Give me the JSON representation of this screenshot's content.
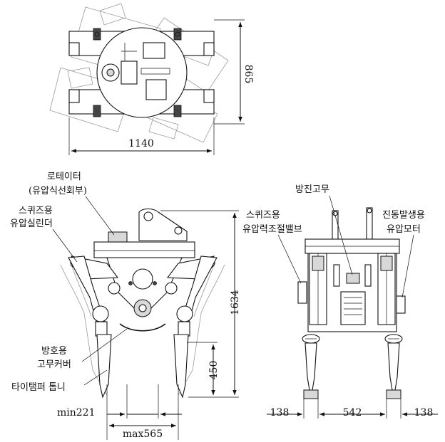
{
  "top_view": {
    "dim_width": "1140",
    "dim_depth": "865"
  },
  "front_view": {
    "rotator_label_line1": "로테이터",
    "rotator_label_line2": "(유압식선회부)",
    "squeeze_cyl_label_line1": "스퀴즈용",
    "squeeze_cyl_label_line2": "유압실린더",
    "rubber_cover_label_line1": "방호용",
    "rubber_cover_label_line2": "고무커버",
    "tine_label": "타이탬퍼 톱니",
    "dim_height": "1634",
    "dim_tine": "450",
    "dim_min": "min221",
    "dim_max": "max565"
  },
  "side_view": {
    "vib_rubber_label": "방진고무",
    "valve_label_line1": "스퀴즈용",
    "valve_label_line2": "유압력조절밸브",
    "motor_label_line1": "진동발생용",
    "motor_label_line2": "유압모터",
    "dim_left": "138",
    "dim_center": "542",
    "dim_right": "138"
  }
}
